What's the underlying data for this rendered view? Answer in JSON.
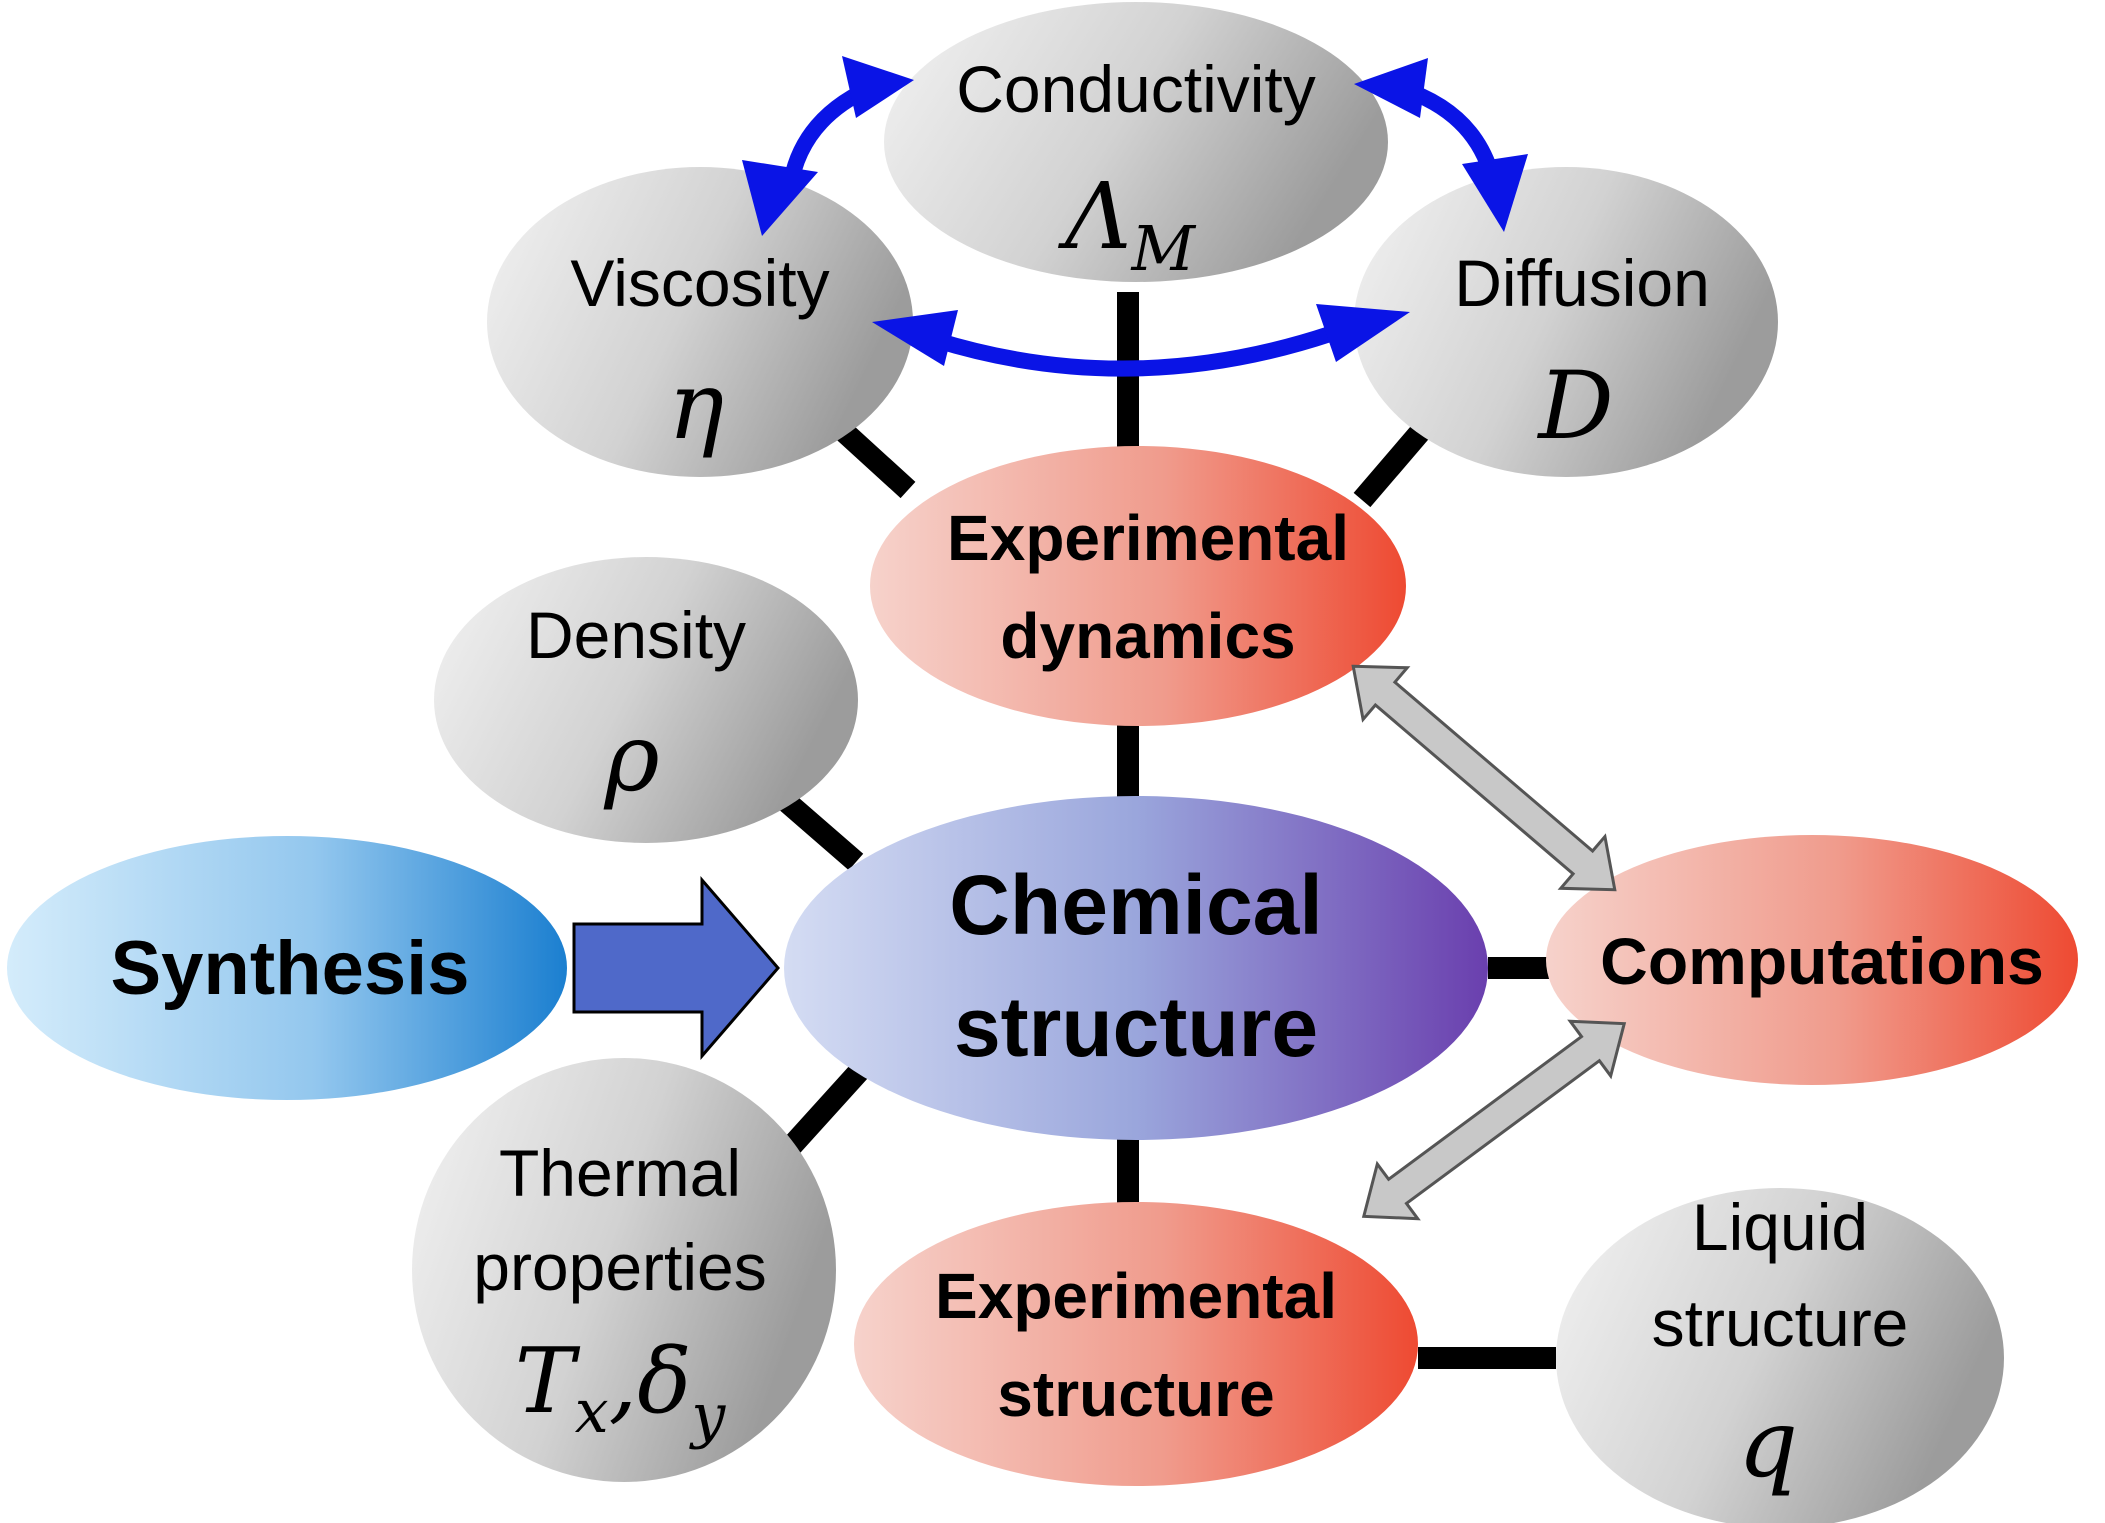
{
  "nodes": {
    "conductivity": {
      "label": "Conductivity",
      "symbol": "Λ",
      "symbol_sub": "M"
    },
    "viscosity": {
      "label": "Viscosity",
      "symbol": "η"
    },
    "diffusion": {
      "label": "Diffusion",
      "symbol": "D"
    },
    "exp_dynamics": {
      "line1": "Experimental",
      "line2": "dynamics"
    },
    "density": {
      "label": "Density",
      "symbol": "ρ"
    },
    "synthesis": {
      "label": "Synthesis"
    },
    "chemical_structure": {
      "line1": "Chemical",
      "line2": "structure"
    },
    "computations": {
      "label": "Computations"
    },
    "thermal": {
      "line1": "Thermal",
      "line2": "properties",
      "sym1": "T",
      "sym1_sub": "x",
      "sym_sep": ",",
      "sym2": "δ",
      "sym2_sub": "y"
    },
    "exp_structure": {
      "line1": "Experimental",
      "line2": "structure"
    },
    "liquid_structure": {
      "line1": "Liquid",
      "line2": "structure",
      "symbol": "q"
    }
  },
  "colors": {
    "connector": "#000000",
    "blue_arrows": "#0a14e6",
    "synthesis_arrow": "#4f69c9",
    "double_arrows": "#c8c8c8",
    "property_node": "#a8a8a8",
    "experimental_node": "#ef5a45",
    "chemical_node": "#6a47ad",
    "synthesis_node": "#2f8ad6"
  }
}
